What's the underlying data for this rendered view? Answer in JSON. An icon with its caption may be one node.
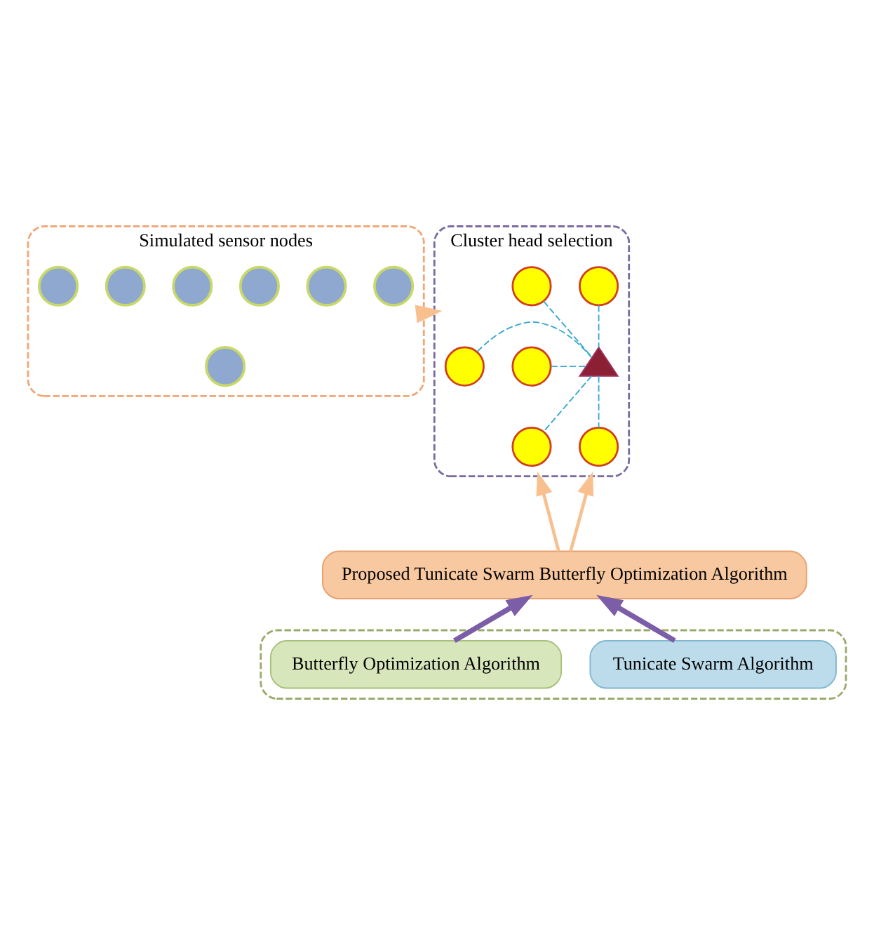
{
  "diagram": {
    "nodes": [
      {
        "text": [
          "Simulated sensor nodes"
        ]
      },
      {
        "text": [],
        "shape": "circle",
        "in": 0
      },
      {
        "text": [],
        "shape": "circle",
        "in": 0
      },
      {
        "text": [],
        "shape": "circle",
        "in": 0
      },
      {
        "text": [],
        "shape": "circle",
        "in": 0
      },
      {
        "text": [],
        "shape": "circle",
        "in": 0
      },
      {
        "text": [],
        "shape": "circle",
        "in": 0
      },
      {
        "text": [],
        "shape": "circle",
        "in": 0
      },
      {
        "text": [
          "Cluster head selection"
        ]
      },
      {
        "text": [],
        "shape": "circle",
        "in": 8
      },
      {
        "text": [],
        "shape": "circle",
        "in": 8
      },
      {
        "text": [],
        "shape": "circle",
        "in": 8
      },
      {
        "text": [],
        "shape": "triangle",
        "in": 8
      },
      {
        "text": [],
        "shape": "circle",
        "in": 8
      },
      {
        "text": [],
        "shape": "circle",
        "in": 8
      },
      {
        "text": [],
        "shape": "circle",
        "in": 8
      },
      {
        "text": [
          "Proposed Tunicate Swarm Butterfly Optimization Algorithm"
        ]
      },
      {
        "text": [],
        "shape": "box"
      },
      {
        "text": [
          "Tunicate Swarm Algorithm"
        ],
        "in": 17
      },
      {
        "text": [
          "Butterfly Optimization Algorithm"
        ],
        "in": 17
      }
    ],
    "edges": [
      {
        "from": 0,
        "to": 8,
        "arrow": "to",
        "style": "thick",
        "color": "#f9c08f"
      },
      {
        "from": 9,
        "to": 12,
        "arrow": "none",
        "style": "dashed",
        "color": "#3aa8d0"
      },
      {
        "from": 10,
        "to": 12,
        "arrow": "none",
        "style": "dashed",
        "color": "#3aa8d0"
      },
      {
        "from": 11,
        "to": 12,
        "arrow": "none",
        "style": "dashed",
        "color": "#3aa8d0"
      },
      {
        "from": 13,
        "to": 12,
        "arrow": "none",
        "style": "dashed",
        "color": "#3aa8d0"
      },
      {
        "from": 14,
        "to": 12,
        "arrow": "none",
        "style": "dashed",
        "color": "#3aa8d0"
      },
      {
        "from": 15,
        "to": 12,
        "arrow": "none",
        "style": "dashed",
        "color": "#3aa8d0"
      },
      {
        "from": 16,
        "to": 8,
        "arrow": "to",
        "color": "#f9c08f"
      },
      {
        "from": 16,
        "to": 8,
        "arrow": "to",
        "color": "#f9c08f"
      },
      {
        "from": 18,
        "to": 16,
        "arrow": "to",
        "style": "thick",
        "color": "#7b5ea7"
      },
      {
        "from": 19,
        "to": 16,
        "arrow": "to",
        "style": "thick",
        "color": "#7b5ea7"
      }
    ]
  }
}
